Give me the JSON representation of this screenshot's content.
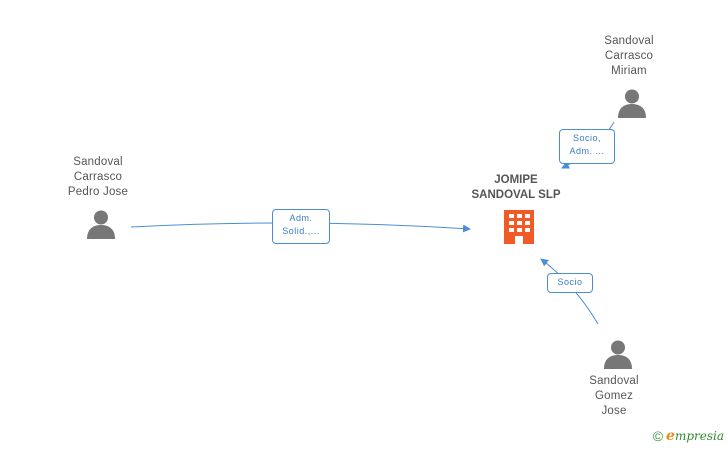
{
  "nodes": {
    "person_miriam": {
      "label": "Sandoval\nCarrasco\nMiriam",
      "icon": "person-icon"
    },
    "person_pedro": {
      "label": "Sandoval\nCarrasco\nPedro Jose",
      "icon": "person-icon"
    },
    "person_gomez": {
      "label": "Sandoval\nGomez\nJose",
      "icon": "person-icon"
    },
    "company": {
      "label": "JOMIPE\nSANDOVAL SLP",
      "icon": "building-icon"
    }
  },
  "edges": {
    "miriam_company": "Socio,\nAdm. ...",
    "pedro_company": "Adm.\nSolid.,...",
    "gomez_company": "Socio"
  },
  "footer": {
    "copyright_symbol": "©",
    "brand_first_letter": "e",
    "brand_rest": "mpresia"
  },
  "colors": {
    "edge": "#4a8ed6",
    "person_icon": "#777777",
    "company_icon": "#f15a24"
  }
}
